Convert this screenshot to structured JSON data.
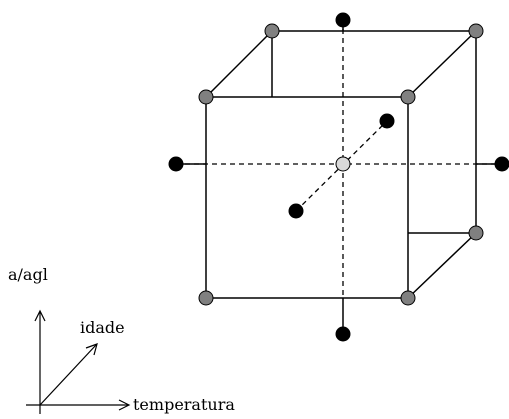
{
  "labels": {
    "vertical_axis": "a/agl",
    "diagonal_axis": "idade",
    "horizontal_axis": "temperatura"
  },
  "colors": {
    "background": "#ffffff",
    "line": "#000000",
    "cube_vertex": "#808080",
    "axial_point": "#000000",
    "center_point": "#d9d9d9"
  }
}
